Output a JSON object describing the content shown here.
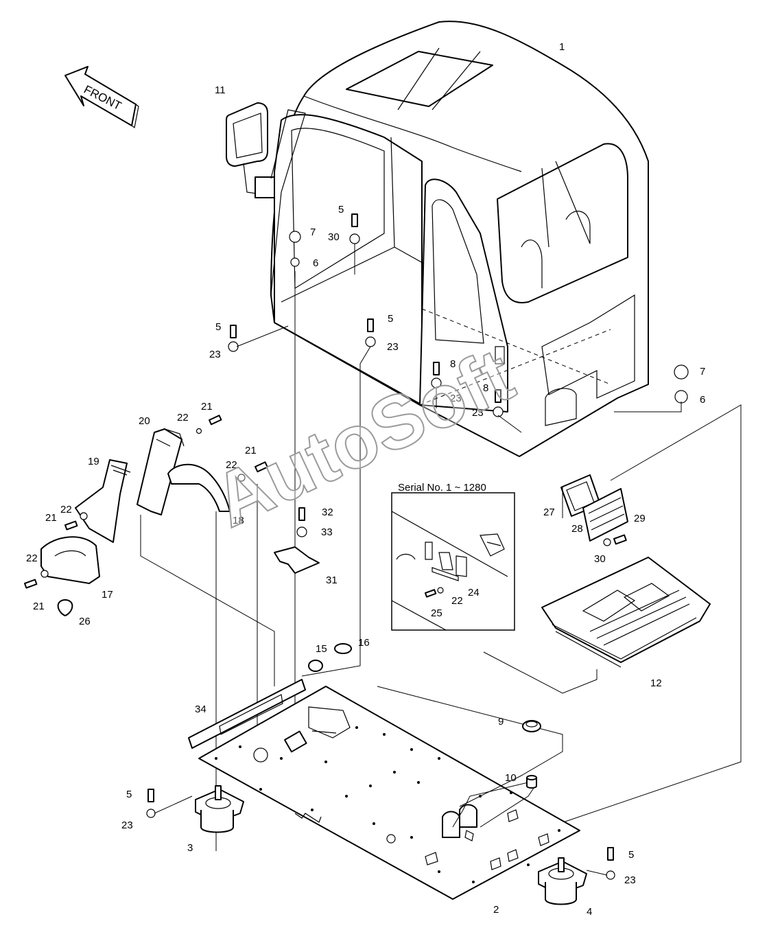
{
  "front_arrow_label": "FRONT",
  "inset_title": "Serial No. 1 ~ 1280",
  "watermark": "AutoSoft",
  "callouts": [
    {
      "id": "c1",
      "text": "1"
    },
    {
      "id": "c11",
      "text": "11"
    },
    {
      "id": "c5a",
      "text": "5"
    },
    {
      "id": "c7a",
      "text": "7"
    },
    {
      "id": "c30a",
      "text": "30"
    },
    {
      "id": "c6a",
      "text": "6"
    },
    {
      "id": "c5b",
      "text": "5"
    },
    {
      "id": "c23a",
      "text": "23"
    },
    {
      "id": "c5c",
      "text": "5"
    },
    {
      "id": "c23b",
      "text": "23"
    },
    {
      "id": "c8a",
      "text": "8"
    },
    {
      "id": "c23c",
      "text": "23"
    },
    {
      "id": "c8b",
      "text": "8"
    },
    {
      "id": "c23d",
      "text": "23"
    },
    {
      "id": "c7b",
      "text": "7"
    },
    {
      "id": "c6b",
      "text": "6"
    },
    {
      "id": "c20",
      "text": "20"
    },
    {
      "id": "c21a",
      "text": "21"
    },
    {
      "id": "c22a",
      "text": "22"
    },
    {
      "id": "c19",
      "text": "19"
    },
    {
      "id": "c21b",
      "text": "21"
    },
    {
      "id": "c22b",
      "text": "22"
    },
    {
      "id": "c22c",
      "text": "22"
    },
    {
      "id": "c21c",
      "text": "21"
    },
    {
      "id": "c18",
      "text": "18"
    },
    {
      "id": "c32",
      "text": "32"
    },
    {
      "id": "c33",
      "text": "33"
    },
    {
      "id": "c31",
      "text": "31"
    },
    {
      "id": "c22d",
      "text": "22"
    },
    {
      "id": "c17",
      "text": "17"
    },
    {
      "id": "c21d",
      "text": "21"
    },
    {
      "id": "c26",
      "text": "26"
    },
    {
      "id": "c24",
      "text": "24"
    },
    {
      "id": "c22e",
      "text": "22"
    },
    {
      "id": "c25",
      "text": "25"
    },
    {
      "id": "c27",
      "text": "27"
    },
    {
      "id": "c28",
      "text": "28"
    },
    {
      "id": "c29",
      "text": "29"
    },
    {
      "id": "c30b",
      "text": "30"
    },
    {
      "id": "c12",
      "text": "12"
    },
    {
      "id": "c15",
      "text": "15"
    },
    {
      "id": "c16",
      "text": "16"
    },
    {
      "id": "c34",
      "text": "34"
    },
    {
      "id": "c9",
      "text": "9"
    },
    {
      "id": "c10",
      "text": "10"
    },
    {
      "id": "c5d",
      "text": "5"
    },
    {
      "id": "c23e",
      "text": "23"
    },
    {
      "id": "c3",
      "text": "3"
    },
    {
      "id": "c2",
      "text": "2"
    },
    {
      "id": "c5e",
      "text": "5"
    },
    {
      "id": "c23f",
      "text": "23"
    },
    {
      "id": "c4",
      "text": "4"
    }
  ]
}
